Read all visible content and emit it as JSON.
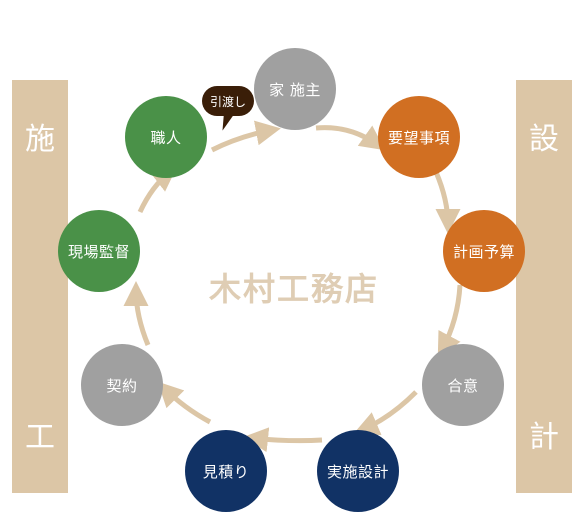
{
  "sidebars": {
    "left": {
      "top": "施",
      "bottom": "工"
    },
    "right": {
      "top": "設",
      "bottom": "計"
    }
  },
  "logo": {
    "text": "木村工務店"
  },
  "callout": {
    "label": "引渡し"
  },
  "nodes": {
    "client": {
      "label": "家 施主"
    },
    "requirements": {
      "label": "要望事項"
    },
    "plan_budget": {
      "label": "計画予算"
    },
    "agreement": {
      "label": "合意"
    },
    "detailed_design": {
      "label": "実施設計"
    },
    "estimate": {
      "label": "見積り"
    },
    "contract": {
      "label": "契約"
    },
    "site_supervisor": {
      "label": "現場監督"
    },
    "craftsman": {
      "label": "職人"
    }
  },
  "colors": {
    "sidebar": "#dcc6a6",
    "arrow": "#dcc6a6",
    "gray": "#a0a0a0",
    "orange": "#d16f22",
    "green": "#4a9148",
    "navy": "#113265",
    "callout": "#3a1e08"
  }
}
